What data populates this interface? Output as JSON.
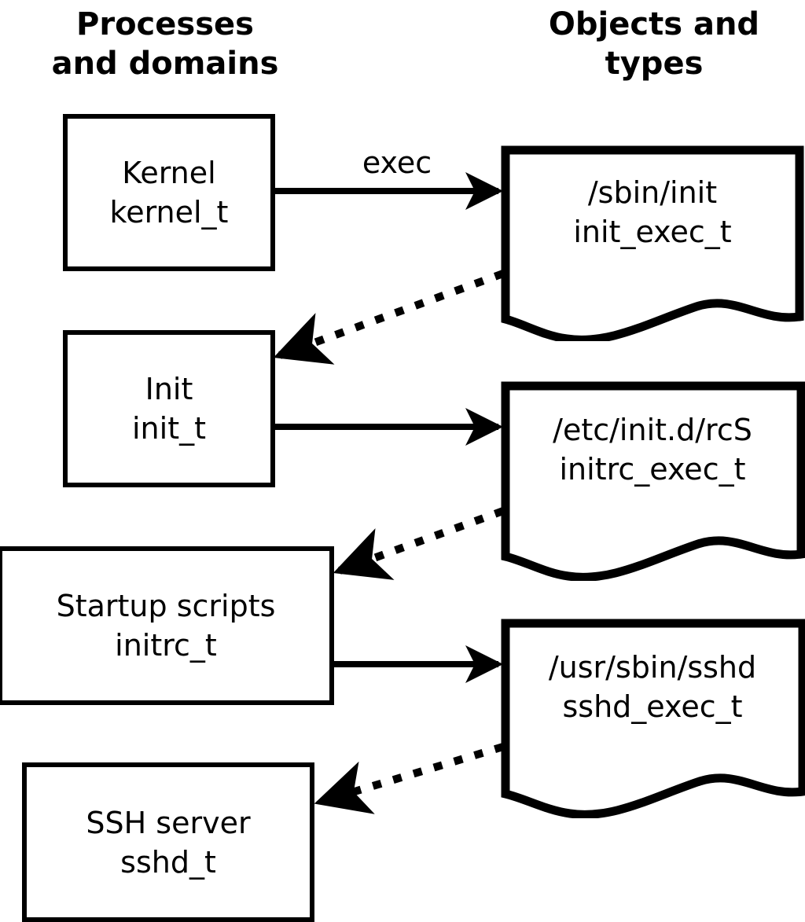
{
  "headers": {
    "left": "Processes\nand domains",
    "right": "Objects and\ntypes"
  },
  "colors": {
    "stroke": "#000000",
    "fill": "#ffffff",
    "text": "#000000"
  },
  "processes": [
    {
      "id": "kernel",
      "title": "Kernel",
      "type": "kernel_t"
    },
    {
      "id": "init",
      "title": "Init",
      "type": "init_t"
    },
    {
      "id": "initrc",
      "title": "Startup scripts",
      "type": "initrc_t"
    },
    {
      "id": "sshd",
      "title": "SSH server",
      "type": "sshd_t"
    }
  ],
  "objects": [
    {
      "id": "init-exec",
      "path": "/sbin/init",
      "type": "init_exec_t"
    },
    {
      "id": "initrc-exec",
      "path": "/etc/init.d/rcS",
      "type": "initrc_exec_t"
    },
    {
      "id": "sshd-exec",
      "path": "/usr/sbin/sshd",
      "type": "sshd_exec_t"
    }
  ],
  "edges": [
    {
      "id": "kernel-exec-init",
      "label": "exec",
      "style": "solid",
      "from": "kernel",
      "to": "init-exec"
    },
    {
      "id": "initexec-to-init",
      "label": "",
      "style": "dotted",
      "from": "init-exec",
      "to": "init"
    },
    {
      "id": "init-exec-initrc",
      "label": "",
      "style": "solid",
      "from": "init",
      "to": "initrc-exec"
    },
    {
      "id": "initrcexec-to-initrc",
      "label": "",
      "style": "dotted",
      "from": "initrc-exec",
      "to": "initrc"
    },
    {
      "id": "initrc-exec-sshd",
      "label": "",
      "style": "solid",
      "from": "initrc",
      "to": "sshd-exec"
    },
    {
      "id": "sshdexec-to-sshd",
      "label": "",
      "style": "dotted",
      "from": "sshd-exec",
      "to": "sshd"
    }
  ]
}
